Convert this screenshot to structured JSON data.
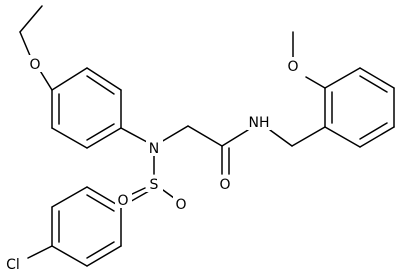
{
  "figure": {
    "type": "chemical-structure",
    "background": "#ffffff",
    "bond_color": "#000000",
    "label_color": "#000000"
  },
  "atoms": {
    "ether_O_top_left": "O",
    "methoxy_O": "O",
    "amine_N": "N",
    "amide_NH": "NH",
    "sulfur": "S",
    "sulfonyl_O_left": "O",
    "sulfonyl_O_right": "O",
    "carbonyl_O": "O",
    "chlorine": "Cl"
  }
}
